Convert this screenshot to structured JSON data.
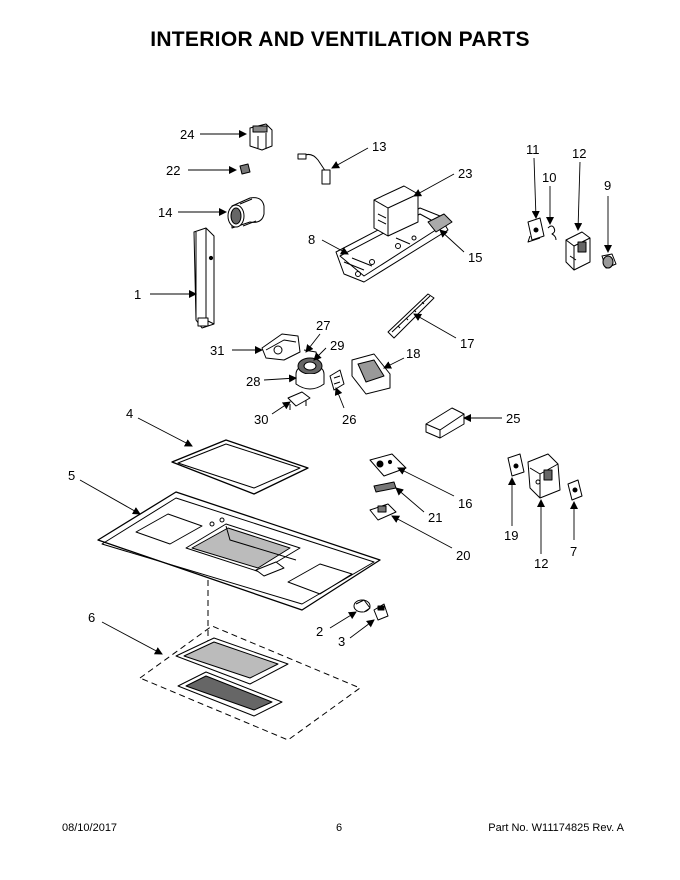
{
  "title": "INTERIOR AND VENTILATION PARTS",
  "footer": {
    "date": "08/10/2017",
    "page": "6",
    "part_number": "Part No.  W11174825  Rev.  A"
  },
  "callouts": [
    "24",
    "13",
    "22",
    "23",
    "11",
    "12",
    "10",
    "9",
    "14",
    "8",
    "15",
    "1",
    "27",
    "17",
    "31",
    "29",
    "18",
    "28",
    "30",
    "26",
    "25",
    "4",
    "16",
    "5",
    "21",
    "19",
    "12",
    "7",
    "20",
    "2",
    "6",
    "3"
  ]
}
